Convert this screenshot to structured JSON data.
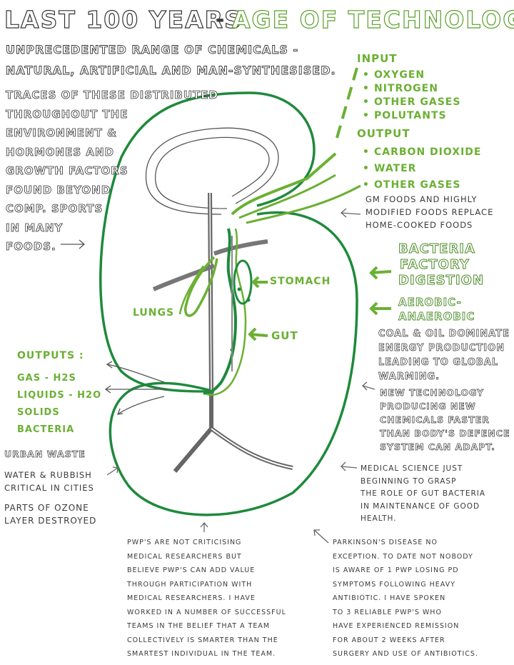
{
  "title": {
    "left": "LAST 100 YEARS",
    "dash": "-",
    "right": "AGE OF TECHNOLOGY"
  },
  "intro": {
    "line1": "UNPRECEDENTED RANGE OF CHEMICALS -",
    "line2": "NATURAL, ARTIFICIAL AND MAN-SYNTHESISED."
  },
  "traces_note": [
    "TRACES OF THESE DISTRIBUTED",
    "THROUGHOUT THE",
    "ENVIRONMENT &",
    "HORMONES AND",
    "GROWTH FACTORS",
    "FOUND BEYOND",
    "COMP. SPORTS",
    "IN MANY",
    "FOODS."
  ],
  "input": {
    "heading": "INPUT",
    "items": [
      "OXYGEN",
      "NITROGEN",
      "OTHER GASES",
      "POLUTANTS"
    ]
  },
  "output": {
    "heading": "OUTPUT",
    "items": [
      "CARBON DIOXIDE",
      "WATER",
      "OTHER GASES"
    ]
  },
  "gm_note": [
    "GM FOODS AND HIGHLY",
    "MODIFIED FOODS REPLACE",
    "HOME-COOKED FOODS"
  ],
  "bacteria_factory": [
    "BACTERIA",
    "FACTORY",
    "DIGESTION"
  ],
  "aerobic": [
    "AEROBIC-",
    "ANAEROBIC"
  ],
  "labels": {
    "stomach": "STOMACH",
    "lungs": "LUNGS",
    "gut": "GUT"
  },
  "coal_note": [
    "COAL & OIL DOMINATE",
    "ENERGY PRODUCTION",
    "LEADING TO GLOBAL",
    "WARMING."
  ],
  "new_tech_note": [
    "NEW TECHNOLOGY",
    "PRODUCING NEW",
    "CHEMICALS FASTER",
    "THAN BODY'S DEFENCE",
    "SYSTEM CAN ADAPT."
  ],
  "outputs_left": {
    "heading": "OUTPUTS :",
    "items": [
      "GAS - H2S",
      "LIQUIDS - H2O",
      "SOLIDS",
      "BACTERIA"
    ]
  },
  "urban_note": [
    "URBAN WASTE"
  ],
  "water_note": [
    "WATER & RUBBISH",
    "CRITICAL IN CITIES"
  ],
  "ozone_note": [
    "PARTS OF OZONE",
    "LAYER DESTROYED"
  ],
  "medical_note": [
    "MEDICAL SCIENCE JUST",
    "BEGINNING TO GRASP",
    "THE ROLE OF GUT BACTERIA",
    "IN MAINTENANCE OF GOOD",
    "HEALTH."
  ],
  "pwp_note": [
    "PWP'S ARE NOT CRITICISING",
    "MEDICAL RESEARCHERS BUT",
    "BELIEVE PWP'S CAN ADD VALUE",
    "THROUGH PARTICIPATION WITH",
    "MEDICAL RESEARCHERS. I HAVE",
    "WORKED IN A NUMBER OF SUCCESSFUL",
    "TEAMS IN THE BELIEF THAT A TEAM",
    "COLLECTIVELY IS SMARTER THAN THE",
    "SMARTEST INDIVIDUAL IN THE TEAM."
  ],
  "parkinsons_note": [
    "PARKINSON'S DISEASE NO",
    "EXCEPTION. TO DATE NOT NOBODY",
    "IS AWARE OF 1 PWP LOSING PD",
    "SYMPTOMS FOLLOWING HEAVY",
    "ANTIBIOTIC. I HAVE SPOKEN",
    "TO 3 RELIABLE PWP'S WHO",
    "HAVE EXPERIENCED REMISSION",
    "FOR ABOUT 2 WEEKS AFTER",
    "SURGERY AND USE OF ANTIBIOTICS."
  ],
  "colors": {
    "green": "#6bb033",
    "dark_green": "#1e8a3c",
    "ink": "#3a3a3a"
  }
}
